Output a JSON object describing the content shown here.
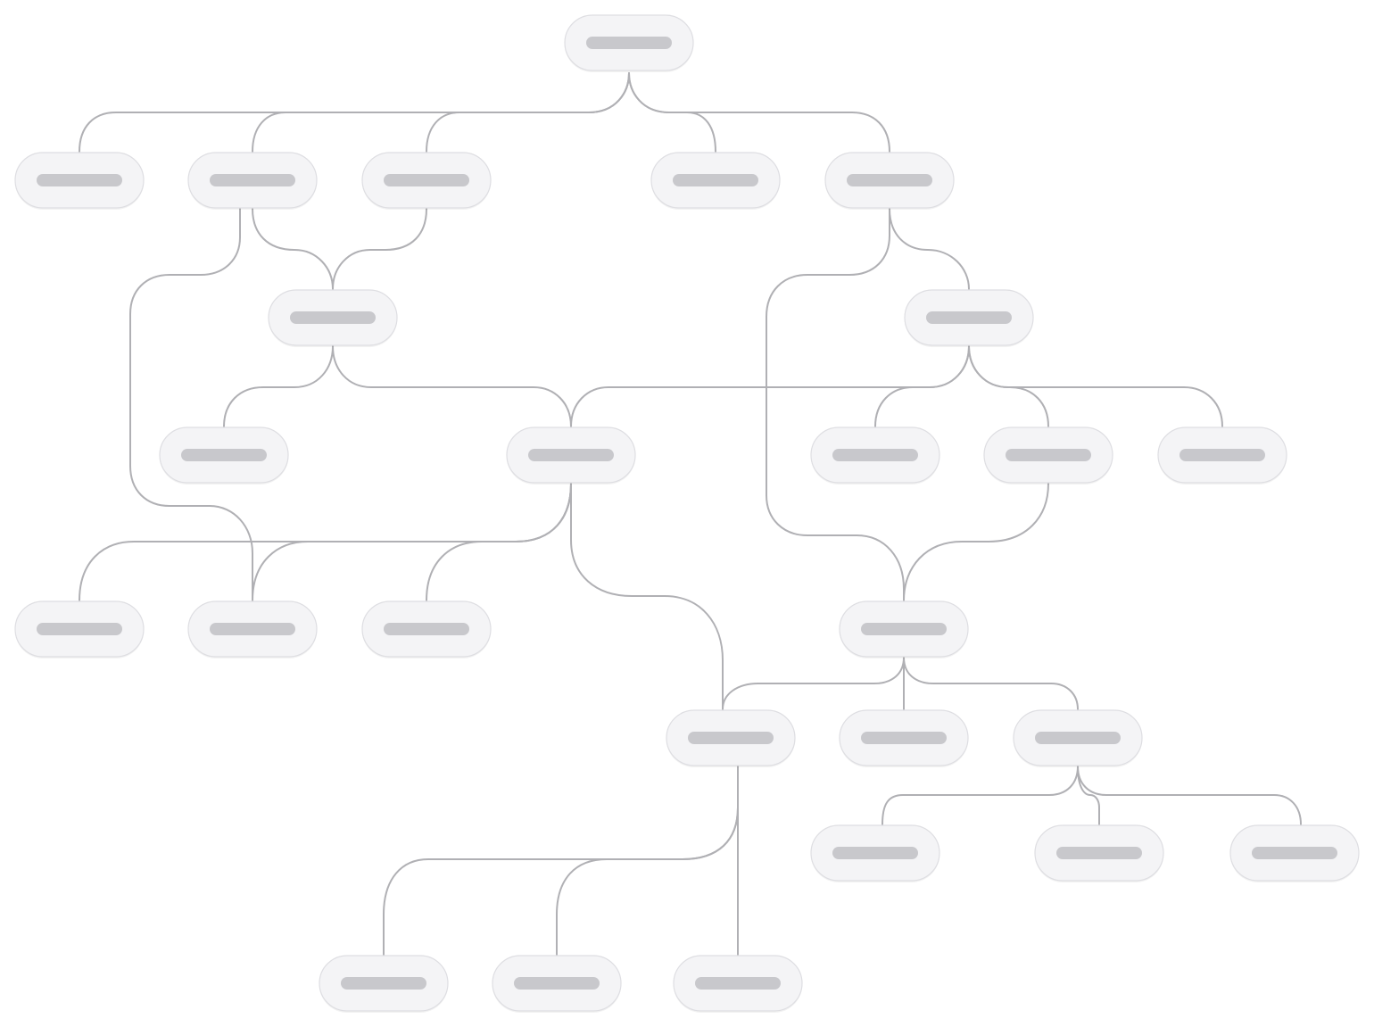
{
  "diagram": {
    "type": "tree",
    "node_style": "pill",
    "labels_visible": false,
    "colors": {
      "background": "#ffffff",
      "node_fill": "#f4f4f6",
      "node_stroke": "#dedee2",
      "label_placeholder": "#c8c8cc",
      "edge": "#b0b0b4"
    },
    "nodes": [
      {
        "id": "n1"
      },
      {
        "id": "n2"
      },
      {
        "id": "n3"
      },
      {
        "id": "n4"
      },
      {
        "id": "n5"
      },
      {
        "id": "n6"
      },
      {
        "id": "n7"
      },
      {
        "id": "n8"
      },
      {
        "id": "n9"
      },
      {
        "id": "n10"
      },
      {
        "id": "n11"
      },
      {
        "id": "n12"
      },
      {
        "id": "n13"
      },
      {
        "id": "n14"
      },
      {
        "id": "n15"
      },
      {
        "id": "n16"
      },
      {
        "id": "n17"
      },
      {
        "id": "n18"
      },
      {
        "id": "n19"
      },
      {
        "id": "n20"
      },
      {
        "id": "n21"
      },
      {
        "id": "n22"
      },
      {
        "id": "n23"
      },
      {
        "id": "n24"
      },
      {
        "id": "n25"
      },
      {
        "id": "n26"
      },
      {
        "id": "n27"
      }
    ],
    "edges": [
      {
        "from": "n1",
        "to": "n2"
      },
      {
        "from": "n1",
        "to": "n3"
      },
      {
        "from": "n1",
        "to": "n4"
      },
      {
        "from": "n1",
        "to": "n5"
      },
      {
        "from": "n1",
        "to": "n6"
      },
      {
        "from": "n3",
        "to": "n7"
      },
      {
        "from": "n4",
        "to": "n7"
      },
      {
        "from": "n6",
        "to": "n8"
      },
      {
        "from": "n7",
        "to": "n9"
      },
      {
        "from": "n7",
        "to": "n10"
      },
      {
        "from": "n8",
        "to": "n10"
      },
      {
        "from": "n8",
        "to": "n11"
      },
      {
        "from": "n8",
        "to": "n12"
      },
      {
        "from": "n8",
        "to": "n13"
      },
      {
        "from": "n10",
        "to": "n14"
      },
      {
        "from": "n10",
        "to": "n15"
      },
      {
        "from": "n10",
        "to": "n16"
      },
      {
        "from": "n3",
        "to": "n15"
      },
      {
        "from": "n12",
        "to": "n17"
      },
      {
        "from": "n6",
        "to": "n17"
      },
      {
        "from": "n17",
        "to": "n18"
      },
      {
        "from": "n17",
        "to": "n19"
      },
      {
        "from": "n17",
        "to": "n20"
      },
      {
        "from": "n10",
        "to": "n18"
      },
      {
        "from": "n20",
        "to": "n21"
      },
      {
        "from": "n20",
        "to": "n22"
      },
      {
        "from": "n20",
        "to": "n23"
      },
      {
        "from": "n18",
        "to": "n24"
      },
      {
        "from": "n18",
        "to": "n25"
      },
      {
        "from": "n18",
        "to": "n26"
      }
    ]
  }
}
